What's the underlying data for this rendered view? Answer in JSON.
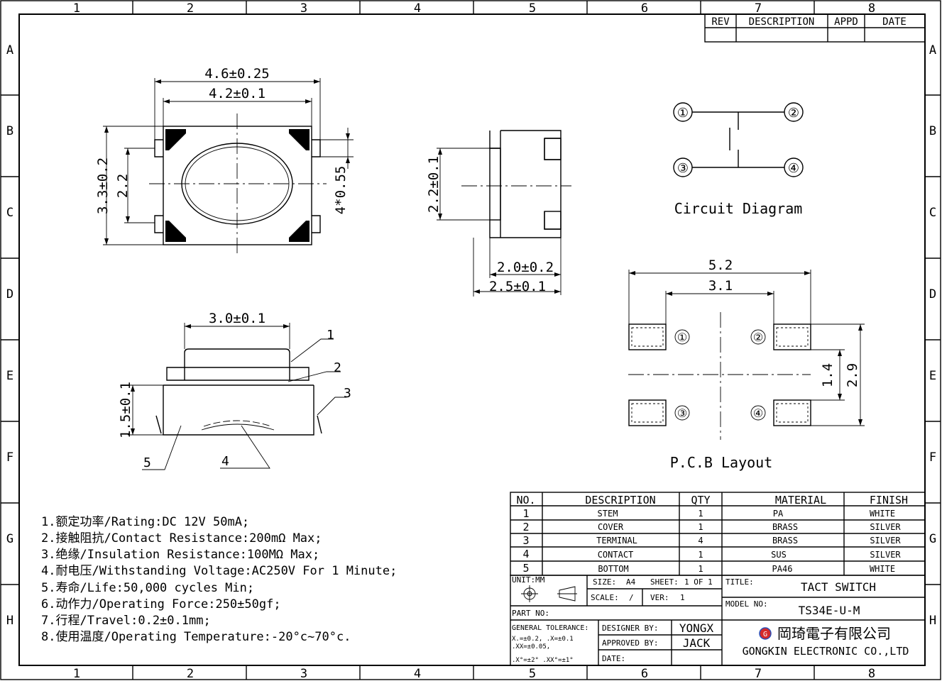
{
  "border": {
    "columns": [
      "1",
      "2",
      "3",
      "4",
      "5",
      "6",
      "7",
      "8"
    ],
    "rows": [
      "A",
      "B",
      "C",
      "D",
      "E",
      "F",
      "G",
      "H"
    ]
  },
  "revision_table": {
    "headers": [
      "REV",
      "DESCRIPTION",
      "APPD",
      "DATE"
    ]
  },
  "top_view": {
    "dim_overall_width": "4.6±0.25",
    "dim_body_width": "4.2±0.1",
    "dim_height": "3.3±0.2",
    "dim_inner_height": "2.2",
    "dim_pin": "4*0.55"
  },
  "side_view": {
    "dim_height": "2.2±0.1",
    "dim_body_depth": "2.0±0.2",
    "dim_total_depth": "2.5±0.1"
  },
  "front_view": {
    "dim_stem_width": "3.0±0.1",
    "dim_height": "1.5±0.1",
    "callouts": [
      "1",
      "2",
      "3",
      "4",
      "5"
    ]
  },
  "circuit": {
    "terminals": [
      "①",
      "②",
      "③",
      "④"
    ],
    "caption": "Circuit Diagram"
  },
  "pcb": {
    "dim_outer": "5.2",
    "dim_inner": "3.1",
    "dim_pitch_small": "1.4",
    "dim_pitch_large": "2.9",
    "terminals": [
      "①",
      "②",
      "③",
      "④"
    ],
    "caption": "P.C.B Layout"
  },
  "specs": [
    "1.额定功率/Rating:DC 12V 50mA;",
    "2.接触阻抗/Contact Resistance:200mΩ Max;",
    "3.绝缘/Insulation Resistance:100MΩ Max;",
    "4.耐电压/Withstanding Voltage:AC250V For 1 Minute;",
    "5.寿命/Life:50,000 cycles Min;",
    "6.动作力/Operating Force:250±50gf;",
    "7.行程/Travel:0.2±0.1mm;",
    "8.使用温度/Operating Temperature:-20°c~70°c."
  ],
  "bom": {
    "headers": [
      "NO.",
      "DESCRIPTION",
      "QTY",
      "MATERIAL",
      "FINISH"
    ],
    "rows": [
      {
        "no": "1",
        "desc": "STEM",
        "qty": "1",
        "material": "PA",
        "finish": "WHITE"
      },
      {
        "no": "2",
        "desc": "COVER",
        "qty": "1",
        "material": "BRASS",
        "finish": "SILVER"
      },
      {
        "no": "3",
        "desc": "TERMINAL",
        "qty": "4",
        "material": "BRASS",
        "finish": "SILVER"
      },
      {
        "no": "4",
        "desc": "CONTACT",
        "qty": "1",
        "material": "SUS",
        "finish": "SILVER"
      },
      {
        "no": "5",
        "desc": "BOTTOM",
        "qty": "1",
        "material": "PA46",
        "finish": "WHITE"
      }
    ]
  },
  "title_block": {
    "unit_label": "UNIT:MM",
    "size_label": "SIZE:",
    "size_value": "A4",
    "sheet_label": "SHEET:",
    "sheet_value": "1 OF 1",
    "scale_label": "SCALE:",
    "scale_value": "/",
    "ver_label": "VER:",
    "ver_value": "1",
    "title_label": "TITLE:",
    "title_value": "TACT SWITCH",
    "model_label": "MODEL NO:",
    "model_value": "TS34E-U-M",
    "part_label": "PART NO:",
    "tol_title": "GENERAL TOLERANCE:",
    "tol_line1": "X.=±0.2,   .X=±0.1",
    "tol_line2": ".XX=±0.05,",
    "tol_line3": ".X°=±2°  .XX°=±1°",
    "designer_label": "DESIGNER BY:",
    "designer_value": "YONGX",
    "approved_label": "APPROVED BY:",
    "approved_value": "JACK",
    "date_label": "DATE:",
    "company_cn": "岡琦電子有限公司",
    "company_en": "GONGKIN ELECTRONIC CO.,LTD",
    "logo_letter": "G",
    "logo_color": "#d42a2a",
    "logo_accent": "#2a4fb8"
  }
}
